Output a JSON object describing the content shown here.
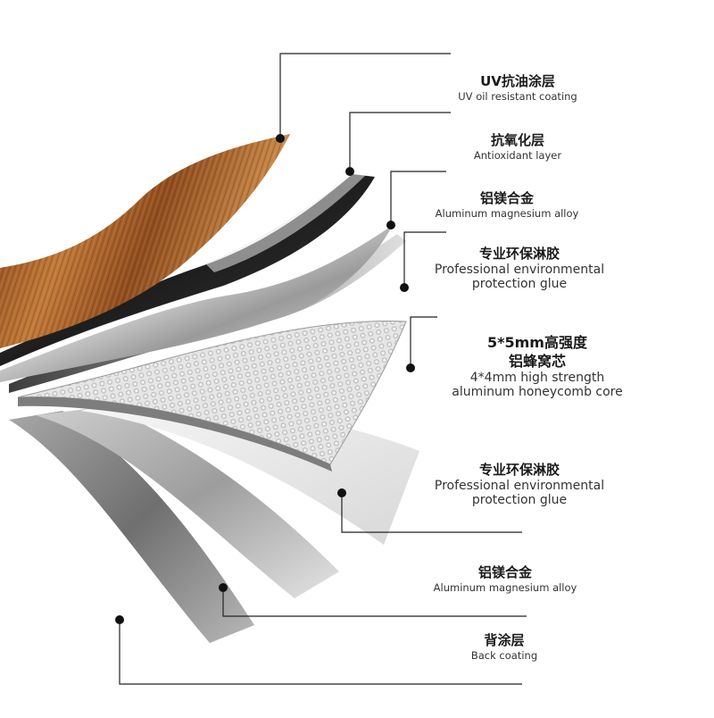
{
  "layers": [
    {
      "id": "uv",
      "cn": "UV抗油涂层",
      "en": "UV oil resistant coating"
    },
    {
      "id": "antiox",
      "cn": "抗氧化层",
      "en": "Antioxidant layer"
    },
    {
      "id": "alloy_top",
      "cn": "铝镁合金",
      "en": "Aluminum magnesium alloy"
    },
    {
      "id": "glue_top",
      "cn": "专业环保淋胶",
      "en": [
        "Professional environmental",
        "protection glue"
      ]
    },
    {
      "id": "core",
      "cn": [
        "5*5mm高强度",
        "铝蜂窝芯"
      ],
      "en": [
        "4*4mm high strength",
        "aluminum honeycomb core"
      ]
    },
    {
      "id": "glue_bottom",
      "cn": "专业环保淋胶",
      "en": [
        "Professional environmental",
        "protection glue"
      ]
    },
    {
      "id": "alloy_bottom",
      "cn": "铝镁合金",
      "en": "Aluminum magnesium alloy"
    },
    {
      "id": "back",
      "cn": "背涂层",
      "en": "Back coating"
    }
  ],
  "colors": {
    "wood_dark": "#8a4a1c",
    "wood_light": "#d8974a",
    "antioxidant": "#2e2e2e",
    "alloy": "#9c9c9c",
    "glue": "#bdbdbd",
    "honeycomb": "#d4d4d4",
    "back": "#8f8f8f",
    "leader": "#222222"
  }
}
